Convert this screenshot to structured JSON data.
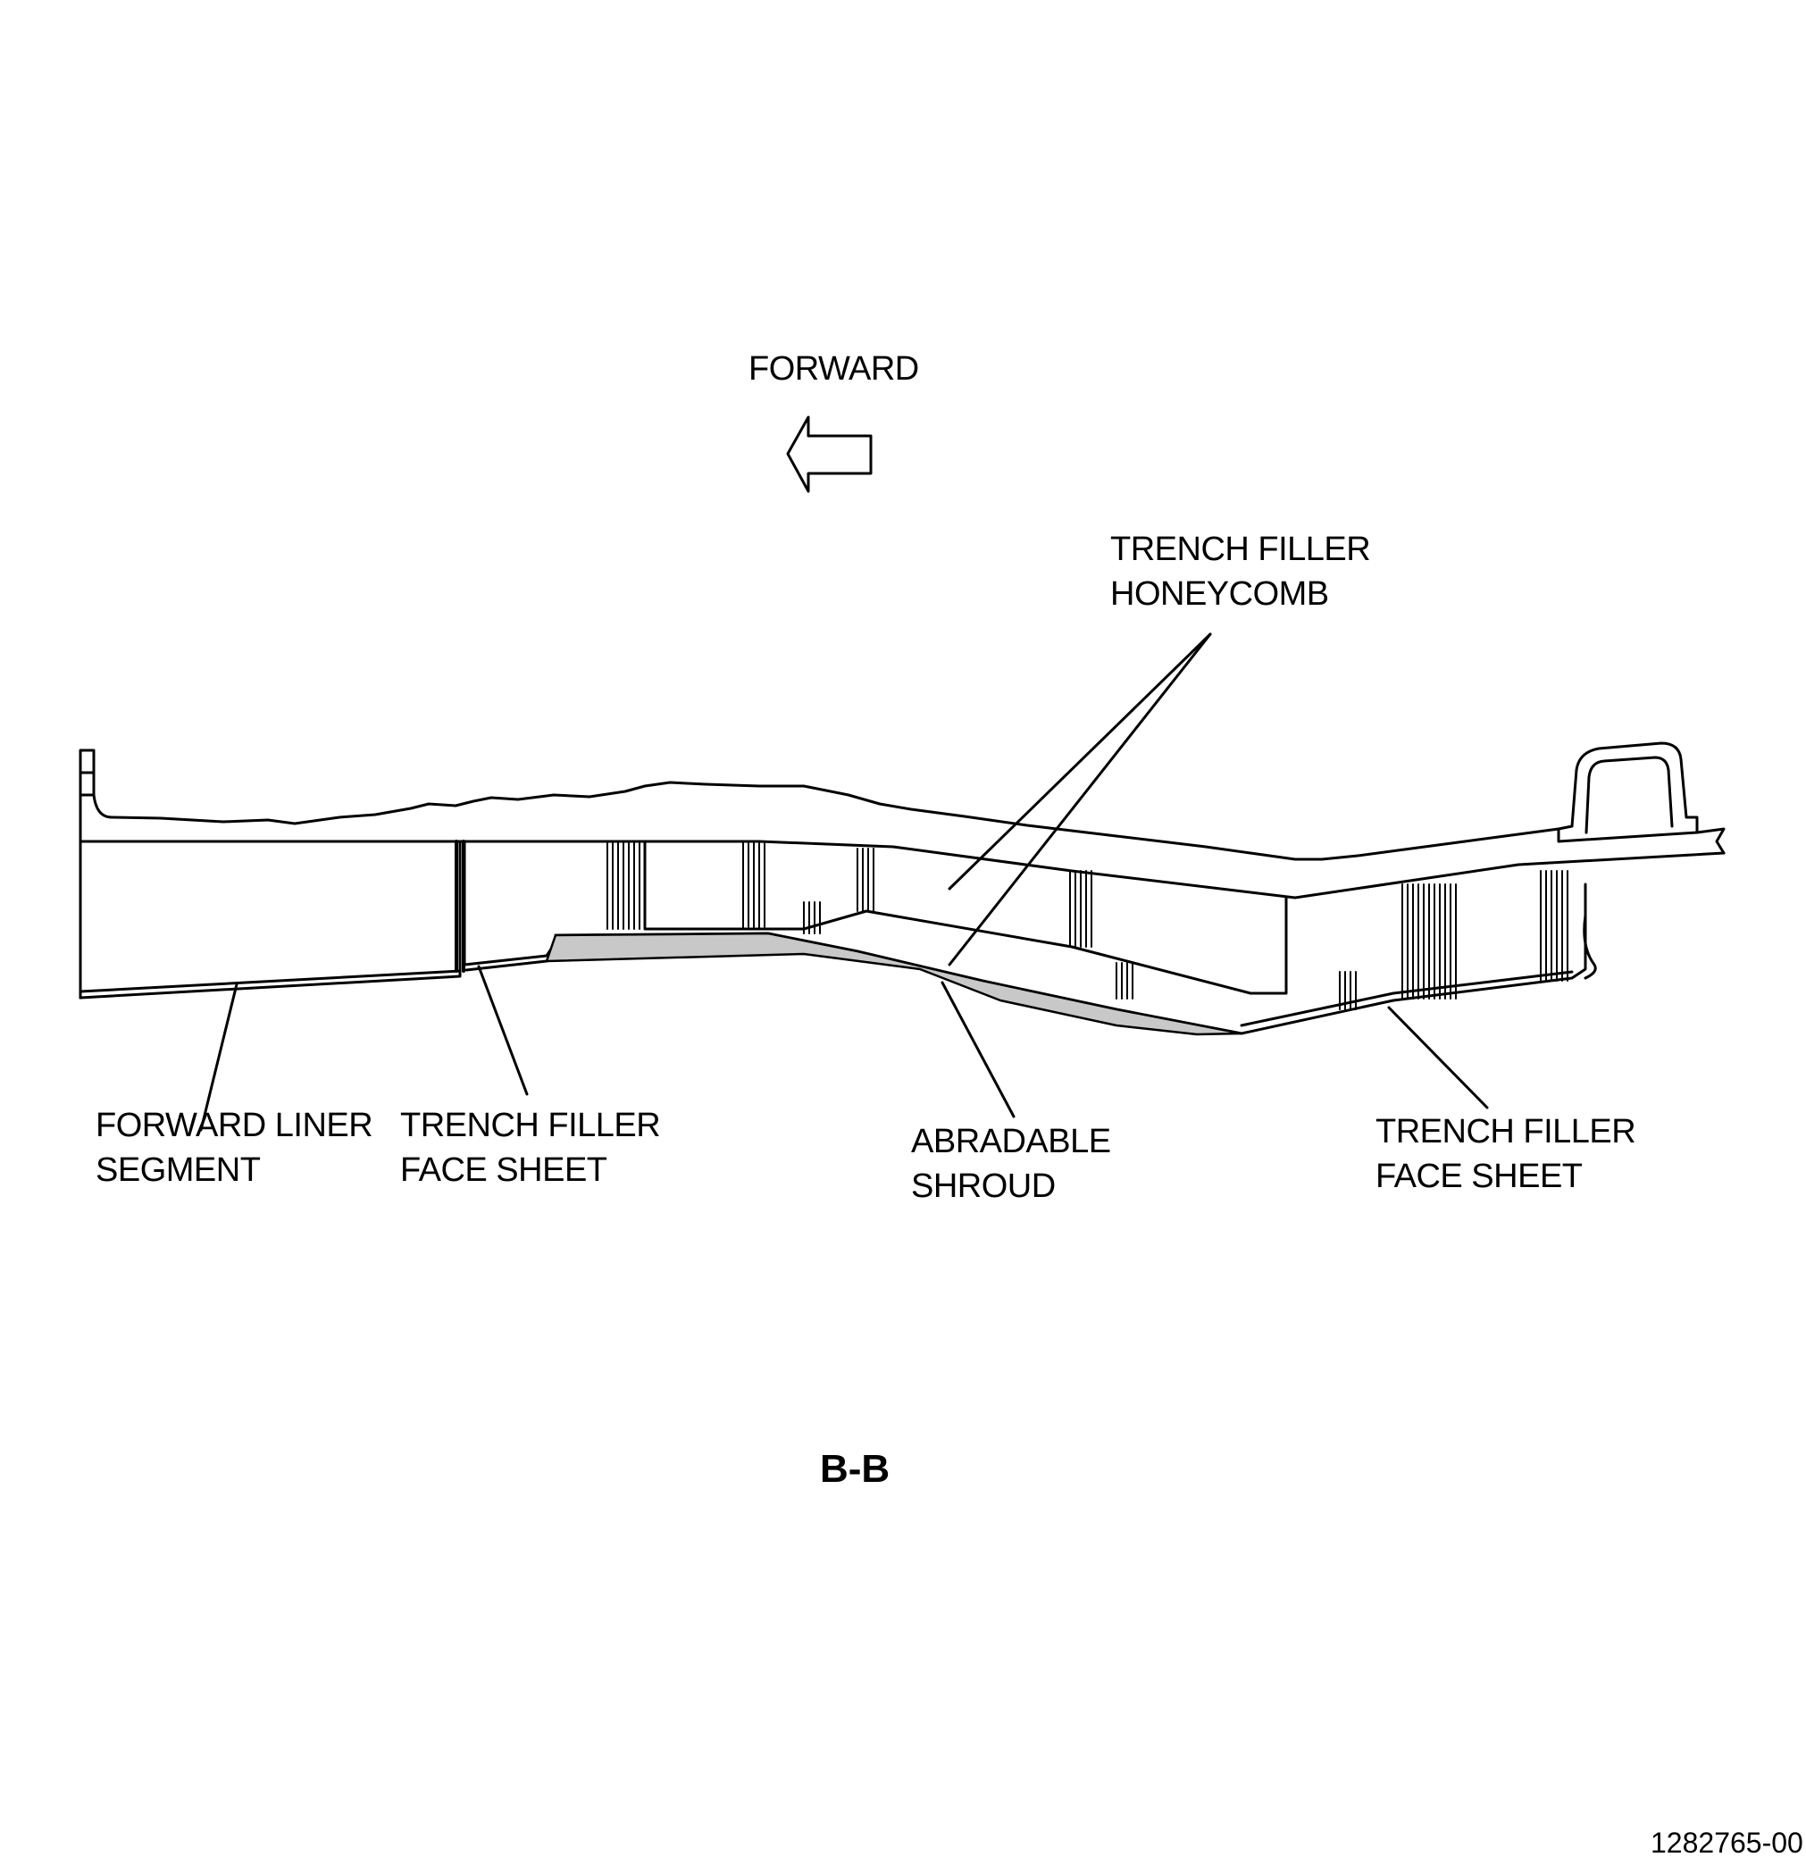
{
  "direction": {
    "label": "FORWARD",
    "arrow_icon": "left-arrow-icon"
  },
  "callouts": {
    "honeycomb": [
      "TRENCH FILLER",
      "HONEYCOMB"
    ],
    "forward_liner": [
      "FORWARD LINER",
      "SEGMENT"
    ],
    "face_sheet_left": [
      "TRENCH FILLER",
      "FACE SHEET"
    ],
    "abradable": [
      "ABRADABLE",
      "SHROUD"
    ],
    "face_sheet_right": [
      "TRENCH FILLER",
      "FACE SHEET"
    ]
  },
  "section_title": "B-B",
  "figure_number": "1282765-00",
  "colors": {
    "line": "#000000",
    "shroud_fill": "#c8c8c8",
    "background": "#ffffff"
  }
}
